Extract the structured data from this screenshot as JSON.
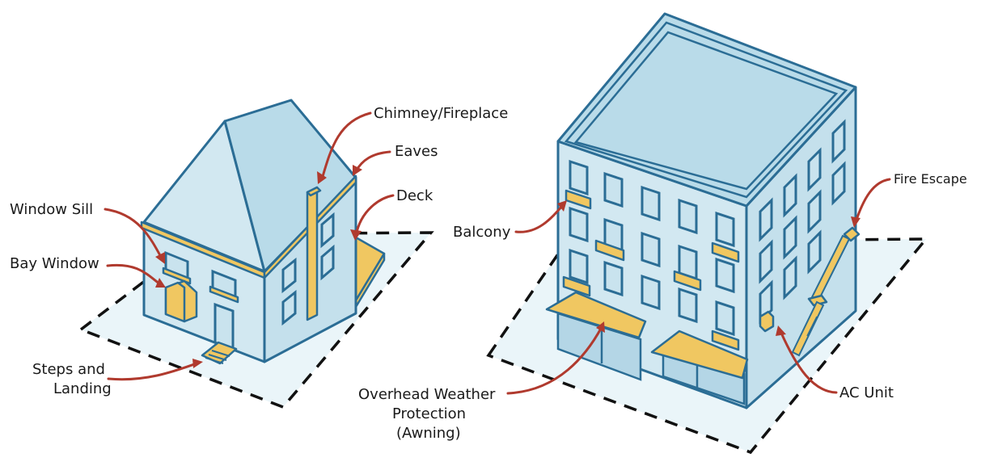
{
  "colors": {
    "building_fill": "#d2e8f1",
    "outline": "#2b6d95",
    "feature_highlight": "#f0c761",
    "leader_arrow": "#b03a2e",
    "lot_line": "#111111"
  },
  "house": {
    "labels": {
      "chimney": "Chimney/Fireplace",
      "eaves": "Eaves",
      "deck": "Deck",
      "window_sill": "Window Sill",
      "bay_window": "Bay Window",
      "steps_line1": "Steps and",
      "steps_line2": "Landing"
    }
  },
  "apartment": {
    "labels": {
      "balcony": "Balcony",
      "fire_escape": "Fire Escape",
      "ac_unit": "AC Unit",
      "awning_line1": "Overhead Weather",
      "awning_line2": "Protection",
      "awning_line3": "(Awning)"
    }
  }
}
